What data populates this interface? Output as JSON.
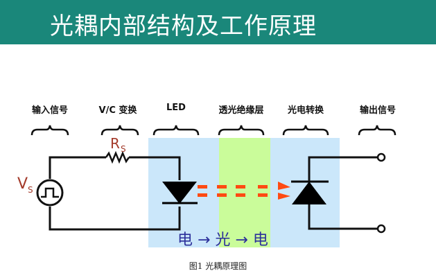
{
  "header": {
    "title": "光耦内部结构及工作原理",
    "background_color": "#1a877a"
  },
  "diagram": {
    "sections": [
      {
        "label": "输入信号"
      },
      {
        "label": "V/C 变换"
      },
      {
        "label": "LED"
      },
      {
        "label": "透光绝缘层"
      },
      {
        "label": "光电转换"
      },
      {
        "label": "输出信号"
      }
    ],
    "components": {
      "source_label": "V",
      "source_subscript": "S",
      "resistor_label": "R",
      "resistor_subscript": "S"
    },
    "flow": {
      "text": "电 → 光 → 电"
    },
    "colors": {
      "led_region": "#cbe7fa",
      "insulation_region": "#cafc9a",
      "light_signal": "#ff4a12",
      "component_label": "#a33a2a",
      "flow_text": "#2b2f9a"
    }
  },
  "caption": "图1  光耦原理图"
}
